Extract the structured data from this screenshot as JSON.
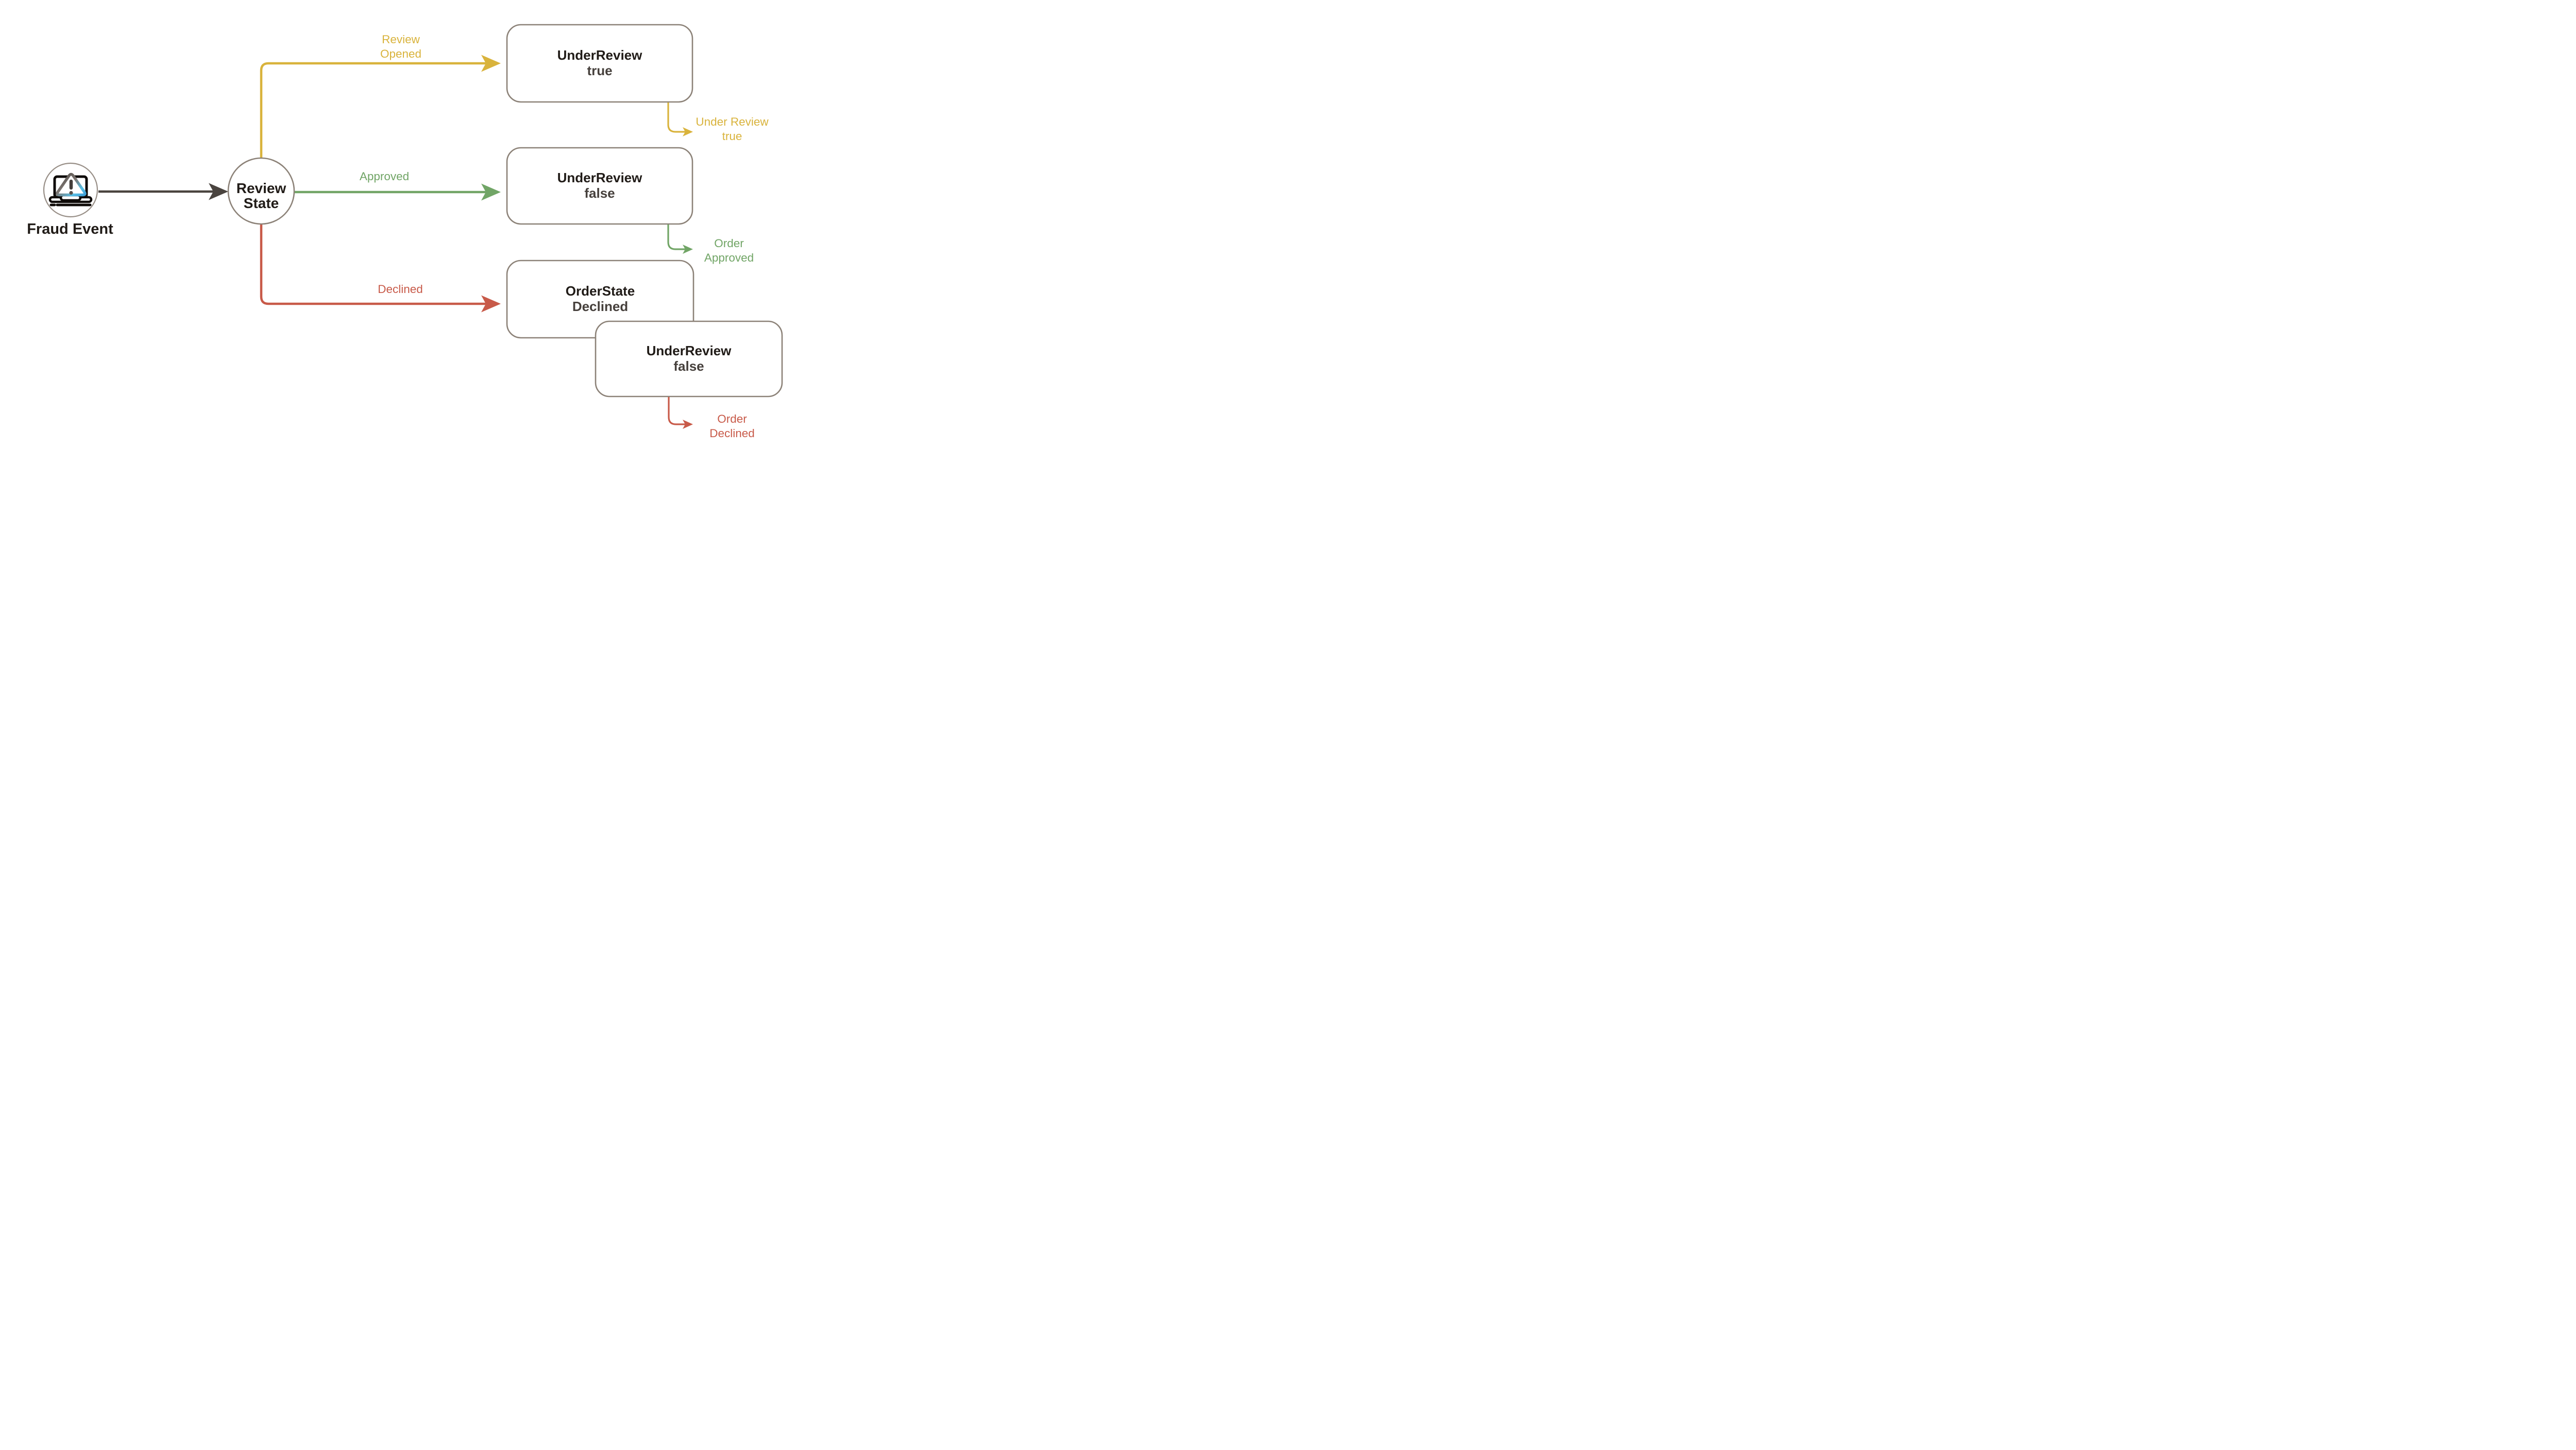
{
  "theme": {
    "bg": "#ffffff",
    "yellow": "#D9B33C",
    "green": "#71A566",
    "red": "#C85A49",
    "node-border": "#8C8278",
    "circle-border": "#978E86",
    "arrow-dark": "#4A443F",
    "text-primary": "#201B17",
    "text-secondary": "#46403C",
    "icon-black": "#0F0B08",
    "icon-accent": "#52B9E0"
  },
  "nodes": {
    "fraud_event": {
      "label": "Fraud Event"
    },
    "review_state": {
      "line1": "Review",
      "line2": "State"
    },
    "under_review_true": {
      "line1": "UnderReview",
      "line2": "true"
    },
    "under_review_false": {
      "line1": "UnderReview",
      "line2": "false"
    },
    "order_state_declined": {
      "line1": "OrderState",
      "line2": "Declined"
    },
    "under_review_false_2": {
      "line1": "UnderReview",
      "line2": "false"
    }
  },
  "edges": {
    "review_opened": {
      "line1": "Review",
      "line2": "Opened"
    },
    "approved": {
      "label": "Approved"
    },
    "declined": {
      "label": "Declined"
    },
    "under_review_true_out": {
      "line1": "Under Review",
      "line2": "true"
    },
    "order_approved": {
      "line1": "Order",
      "line2": "Approved"
    },
    "order_declined": {
      "line1": "Order",
      "line2": "Declined"
    }
  }
}
